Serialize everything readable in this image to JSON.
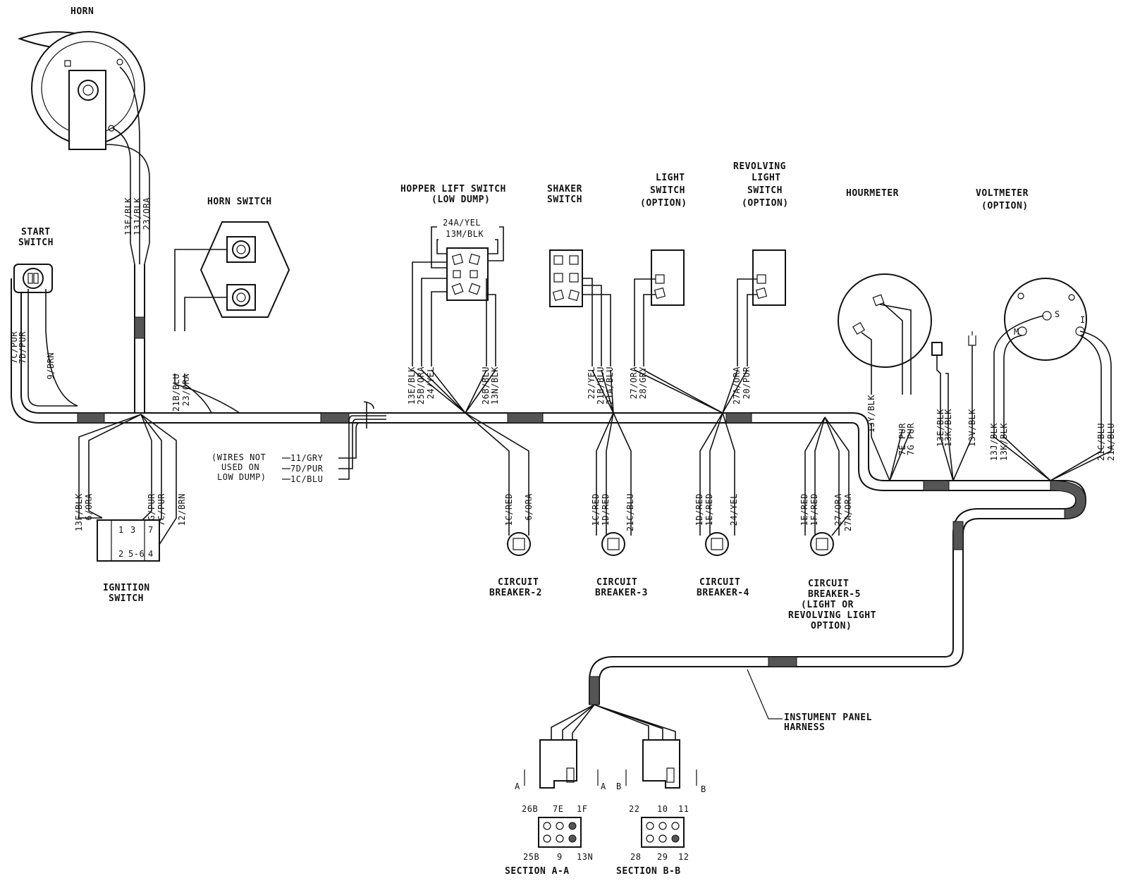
{
  "components": {
    "horn": "HORN",
    "start_switch": [
      "START",
      "SWITCH"
    ],
    "horn_switch": "HORN SWITCH",
    "hopper_lift_switch": [
      "HOPPER LIFT SWITCH",
      "(LOW DUMP)"
    ],
    "shaker_switch": [
      "SHAKER",
      "SWITCH"
    ],
    "light_switch": [
      "LIGHT",
      "SWITCH",
      "(OPTION)"
    ],
    "revolving_light_switch": [
      "REVOLVING",
      "LIGHT",
      "SWITCH",
      "(OPTION)"
    ],
    "hourmeter": "HOURMETER",
    "voltmeter": [
      "VOLTMETER",
      "(OPTION)"
    ],
    "ignition_switch": [
      "IGNITION",
      "SWITCH"
    ],
    "circuit_breaker_2": [
      "CIRCUIT",
      "BREAKER-2"
    ],
    "circuit_breaker_3": [
      "CIRCUIT",
      "BREAKER-3"
    ],
    "circuit_breaker_4": [
      "CIRCUIT",
      "BREAKER-4"
    ],
    "circuit_breaker_5": [
      "CIRCUIT",
      "BREAKER-5",
      "(LIGHT OR",
      "REVOLVING LIGHT",
      "OPTION)"
    ],
    "harness_label": [
      "INSTUMENT PANEL",
      "HARNESS"
    ],
    "wires_not_used": [
      "(WIRES NOT",
      "USED ON",
      "LOW DUMP)"
    ]
  },
  "wires": {
    "horn": [
      "13F/BLK",
      "13J/BLK",
      "23/ORA"
    ],
    "start_switch": [
      "7C/PUR",
      "7D/PUR",
      "9/BRN"
    ],
    "horn_switch": [
      "21B/BLU",
      "23/ORA"
    ],
    "hopper_top": [
      "24A/YEL",
      "13M/BLK"
    ],
    "hopper_left": [
      "13E/BLK",
      "25B/ORA",
      "24/YEL"
    ],
    "hopper_right": [
      "26B/BLU",
      "13N/BLK"
    ],
    "shaker": [
      "22/YEL",
      "21B/BLU",
      "21A/BLU"
    ],
    "light_switch": [
      "27/ORA",
      "28/GRY"
    ],
    "revolving_switch": [
      "27A/ORA",
      "20/PUR"
    ],
    "hourmeter": [
      "13Y/BLK",
      "7E PUR",
      "7G PUR"
    ],
    "indicator": [
      "13E/BLK",
      "13K/BLK",
      "13V/BLK"
    ],
    "voltmeter_left": [
      "13J/BLK",
      "13K/BLK"
    ],
    "voltmeter_right": [
      "21C/BLU",
      "21A/BLU"
    ],
    "ignition": [
      "13F/BLK",
      "6/ORA",
      "7G/PUR",
      "7C/PUR",
      "12/BRN"
    ],
    "not_used": [
      "11/GRY",
      "7D/PUR",
      "1C/BLU"
    ],
    "cb2": [
      "1C/RED",
      "6/ORA"
    ],
    "cb3": [
      "1C/RED",
      "1D/RED",
      "21C/BLU"
    ],
    "cb4": [
      "1D/RED",
      "1E/RED",
      "24/YEL"
    ],
    "cb5": [
      "1E/RED",
      "1F/RED",
      "27/ORA",
      "27A/ORA"
    ]
  },
  "terminals": {
    "ignition": [
      "1",
      "3",
      "7",
      "2",
      "5-6",
      "4"
    ],
    "voltmeter": [
      "S",
      "M",
      "I"
    ],
    "section_a_top": [
      "26B",
      "7E",
      "1F"
    ],
    "section_a_bottom": [
      "25B",
      "9",
      "13N"
    ],
    "section_b_top": [
      "22",
      "10",
      "11"
    ],
    "section_b_bottom": [
      "28",
      "29",
      "12"
    ]
  },
  "sections": {
    "a": "SECTION  A-A",
    "b": "SECTION  B-B",
    "a_mark": "A",
    "b_mark": "B"
  }
}
